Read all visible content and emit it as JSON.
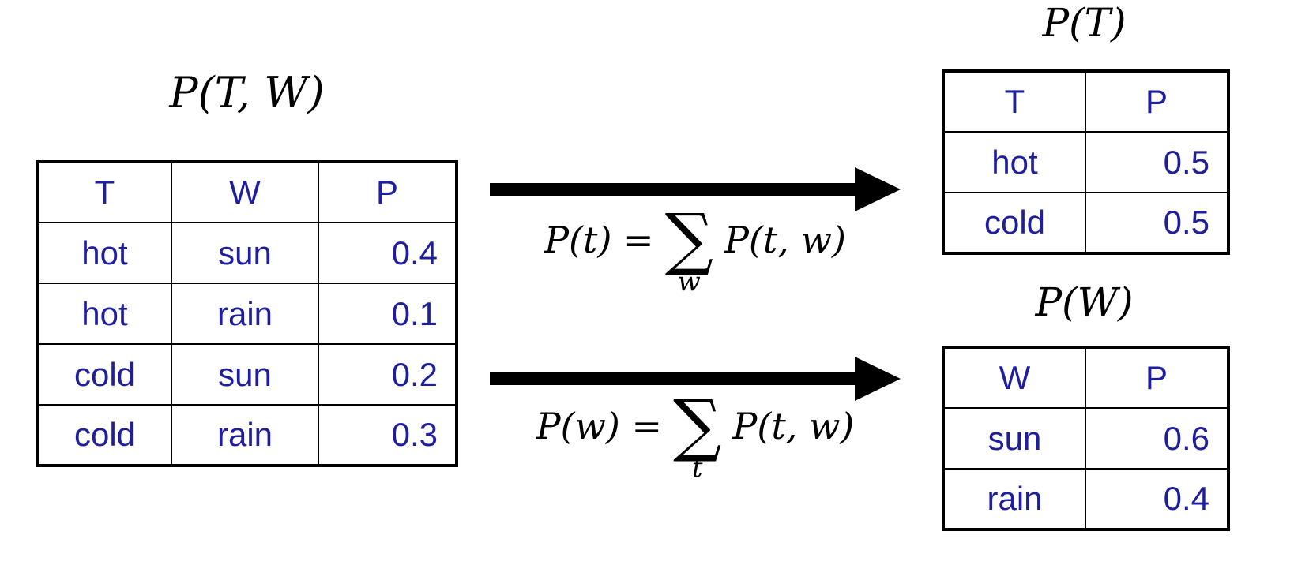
{
  "colors": {
    "table_text": "#1f1f9e",
    "line": "#000000",
    "background": "#ffffff"
  },
  "joint_table": {
    "title": "P(T, W)",
    "headers": [
      "T",
      "W",
      "P"
    ],
    "rows": [
      [
        "hot",
        "sun",
        "0.4"
      ],
      [
        "hot",
        "rain",
        "0.1"
      ],
      [
        "cold",
        "sun",
        "0.2"
      ],
      [
        "cold",
        "rain",
        "0.3"
      ]
    ]
  },
  "marginal_t_table": {
    "title": "P(T)",
    "headers": [
      "T",
      "P"
    ],
    "rows": [
      [
        "hot",
        "0.5"
      ],
      [
        "cold",
        "0.5"
      ]
    ]
  },
  "marginal_w_table": {
    "title": "P(W)",
    "headers": [
      "W",
      "P"
    ],
    "rows": [
      [
        "sun",
        "0.6"
      ],
      [
        "rain",
        "0.4"
      ]
    ]
  },
  "formulas": {
    "t": {
      "lhs": "P(t) =",
      "sigma": "∑",
      "sub": "w",
      "rhs": "P(t, w)"
    },
    "w": {
      "lhs": "P(w) =",
      "sigma": "∑",
      "sub": "t",
      "rhs": "P(t, w)"
    }
  }
}
